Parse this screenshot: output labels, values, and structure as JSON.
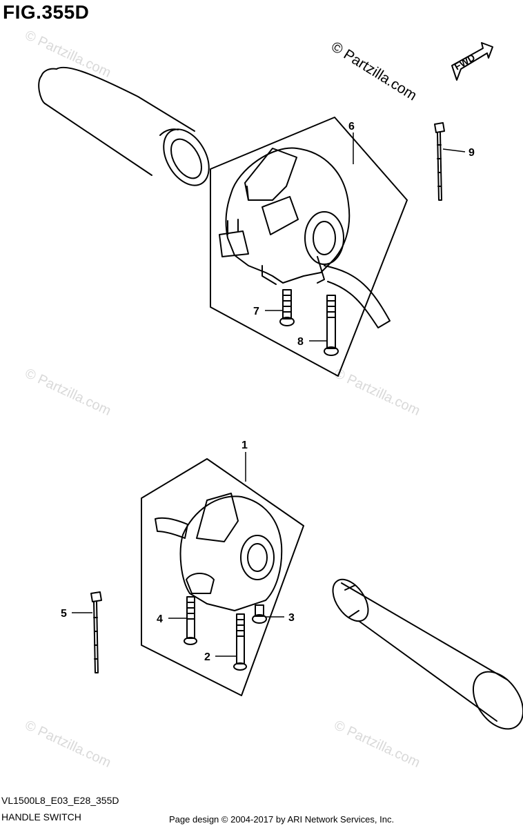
{
  "figure": {
    "title": "FIG.355D",
    "diagram_code": "VL1500L8_E03_E28_355D",
    "diagram_name": "HANDLE SWITCH",
    "page_credit": "Page design © 2004-2017 by ARI Network Services, Inc.",
    "copyright_mark": "© Partzilla.com",
    "watermark_text": "© Partzilla.com",
    "fwd_label": "FWD"
  },
  "callouts": [
    "1",
    "2",
    "3",
    "4",
    "5",
    "6",
    "7",
    "8",
    "9"
  ],
  "parts": [
    {
      "ref": "1",
      "name": "left-handle-switch"
    },
    {
      "ref": "2",
      "name": "long-screw"
    },
    {
      "ref": "3",
      "name": "short-screw"
    },
    {
      "ref": "4",
      "name": "screw"
    },
    {
      "ref": "5",
      "name": "cable-tie"
    },
    {
      "ref": "6",
      "name": "right-handle-switch"
    },
    {
      "ref": "7",
      "name": "screw"
    },
    {
      "ref": "8",
      "name": "long-screw"
    },
    {
      "ref": "9",
      "name": "cable-tie"
    }
  ]
}
